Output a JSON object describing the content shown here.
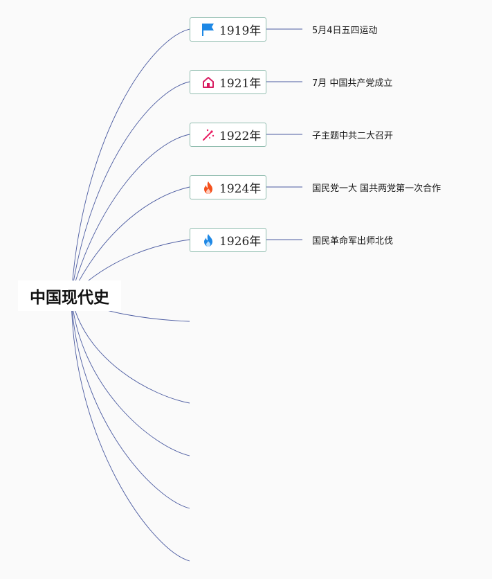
{
  "root": {
    "title": "中国现代史"
  },
  "colors": {
    "branch_line": "#4a5aa0",
    "node_border": "#8fbcae",
    "flag": "#1e88e5",
    "house": "#d81b60",
    "sparkle": "#e91e63",
    "fire_red": "#f4511e",
    "fire_blue": "#1e88e5"
  },
  "branches": [
    {
      "year": "1919年",
      "icon": "flag-icon",
      "event": "5月4日五四运动"
    },
    {
      "year": "1921年",
      "icon": "house-icon",
      "event": "7月 中国共产党成立"
    },
    {
      "year": "1922年",
      "icon": "sparkle-icon",
      "event": "子主题中共二大召开"
    },
    {
      "year": "1924年",
      "icon": "fire-icon",
      "event": "国民党一大 国共两党第一次合作"
    },
    {
      "year": "1926年",
      "icon": "blue-fire-icon",
      "event": "国民革命军出师北伐"
    }
  ]
}
